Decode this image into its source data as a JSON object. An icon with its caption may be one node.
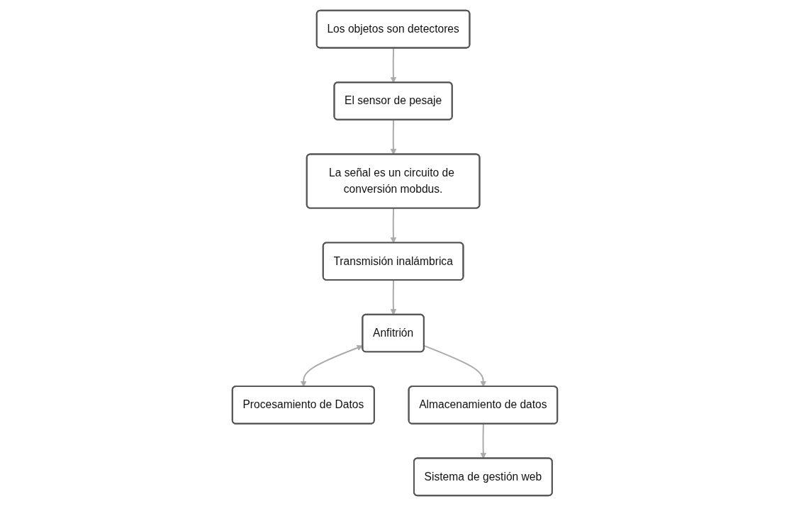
{
  "diagram": {
    "nodes": [
      {
        "text": [
          "Los objetos son detectores"
        ]
      },
      {
        "text": [
          "El sensor de pesaje"
        ]
      },
      {
        "text": [
          "La señal es un circuito de conversión mobdus."
        ]
      },
      {
        "text": [
          "Transmisión inalámbrica"
        ]
      },
      {
        "text": [
          "Anfitrión"
        ]
      },
      {
        "text": [
          "Procesamiento de Datos"
        ]
      },
      {
        "text": [
          "Almacenamiento de datos"
        ]
      },
      {
        "text": [
          "Sistema de gestión web"
        ]
      }
    ],
    "edges": [
      {
        "from": 0,
        "to": 1,
        "arrow": "to"
      },
      {
        "from": 1,
        "to": 2,
        "arrow": "to"
      },
      {
        "from": 2,
        "to": 3,
        "arrow": "to"
      },
      {
        "from": 3,
        "to": 4,
        "arrow": "to"
      },
      {
        "from": 4,
        "to": 5,
        "arrow": "both"
      },
      {
        "from": 4,
        "to": 6,
        "arrow": "to"
      },
      {
        "from": 6,
        "to": 7,
        "arrow": "to"
      }
    ]
  }
}
